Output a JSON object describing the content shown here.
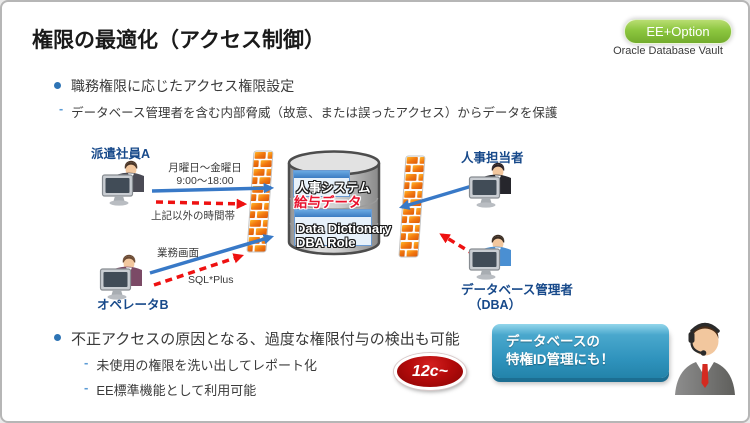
{
  "header": {
    "title": "権限の最適化（アクセス制御）",
    "edition_badge": "EE+Option",
    "product": "Oracle Database Vault"
  },
  "bullets": {
    "first": {
      "text": "職務権限に応じたアクセス権限設定",
      "sub": "データベース管理者を含む内部脅威（故意、または誤ったアクセス）からデータを保護"
    },
    "second": {
      "text": "不正アクセスの原因となる、過度な権限付与の検出も可能",
      "subs": [
        "未使用の権限を洗い出してレポート化",
        "EE標準機能として利用可能"
      ]
    }
  },
  "diagram": {
    "actors": {
      "dispatch": "派遣社員A",
      "operator": "オペレータB",
      "hr": "人事担当者",
      "dba_line1": "データベース管理者",
      "dba_line2": "（DBA）"
    },
    "arrow_labels": {
      "weekday_line1": "月曜日～金曜日",
      "weekday_line2": "9:00～18:00",
      "off_hours": "上記以外の時間帯",
      "business_screen": "業務画面",
      "sqlplus": "SQL*Plus"
    },
    "database": {
      "hr_system": "人事システム",
      "salary_data": "給与データ",
      "data_dictionary": "Data Dictionary",
      "dba_role": "DBA Role"
    }
  },
  "version_badge": "12c~",
  "callout": {
    "line1": "データベースの",
    "line2": "特権ID管理にも！"
  },
  "colors": {
    "accent_blue": "#2e74b5",
    "arrow_blue": "#3879c7",
    "arrow_red": "#ee1111",
    "label_blue": "#17498a",
    "badge_green": "#8cc63f",
    "callout_blue": "#2f93bd",
    "version_red": "#b40b0b",
    "firewall_orange": "#f2780f",
    "salary_red": "#e8112d"
  }
}
